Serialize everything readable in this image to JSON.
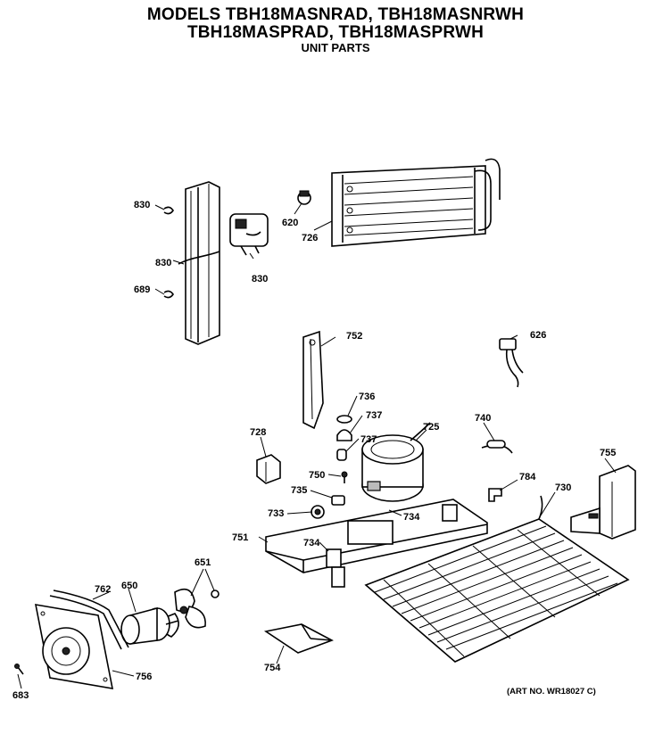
{
  "header": {
    "line1": "MODELS TBH18MASNRAD, TBH18MASNRWH",
    "line2": "TBH18MASPRAD, TBH18MASPRWH",
    "line3": "UNIT PARTS"
  },
  "footer": {
    "art_number": "(ART NO. WR18027 C)"
  },
  "callouts": [
    {
      "id": "830a",
      "text": "830"
    },
    {
      "id": "830b",
      "text": "830"
    },
    {
      "id": "830c",
      "text": "830"
    },
    {
      "id": "689",
      "text": "689"
    },
    {
      "id": "620",
      "text": "620"
    },
    {
      "id": "726",
      "text": "726"
    },
    {
      "id": "752",
      "text": "752"
    },
    {
      "id": "626",
      "text": "626"
    },
    {
      "id": "736",
      "text": "736"
    },
    {
      "id": "737a",
      "text": "737"
    },
    {
      "id": "737b",
      "text": "737"
    },
    {
      "id": "725",
      "text": "725"
    },
    {
      "id": "740",
      "text": "740"
    },
    {
      "id": "728",
      "text": "728"
    },
    {
      "id": "750",
      "text": "750"
    },
    {
      "id": "755",
      "text": "755"
    },
    {
      "id": "735",
      "text": "735"
    },
    {
      "id": "784",
      "text": "784"
    },
    {
      "id": "730",
      "text": "730"
    },
    {
      "id": "733",
      "text": "733"
    },
    {
      "id": "734a",
      "text": "734"
    },
    {
      "id": "751",
      "text": "751"
    },
    {
      "id": "734b",
      "text": "734"
    },
    {
      "id": "651",
      "text": "651"
    },
    {
      "id": "762",
      "text": "762"
    },
    {
      "id": "650",
      "text": "650"
    },
    {
      "id": "754",
      "text": "754"
    },
    {
      "id": "756",
      "text": "756"
    },
    {
      "id": "683",
      "text": "683"
    }
  ]
}
